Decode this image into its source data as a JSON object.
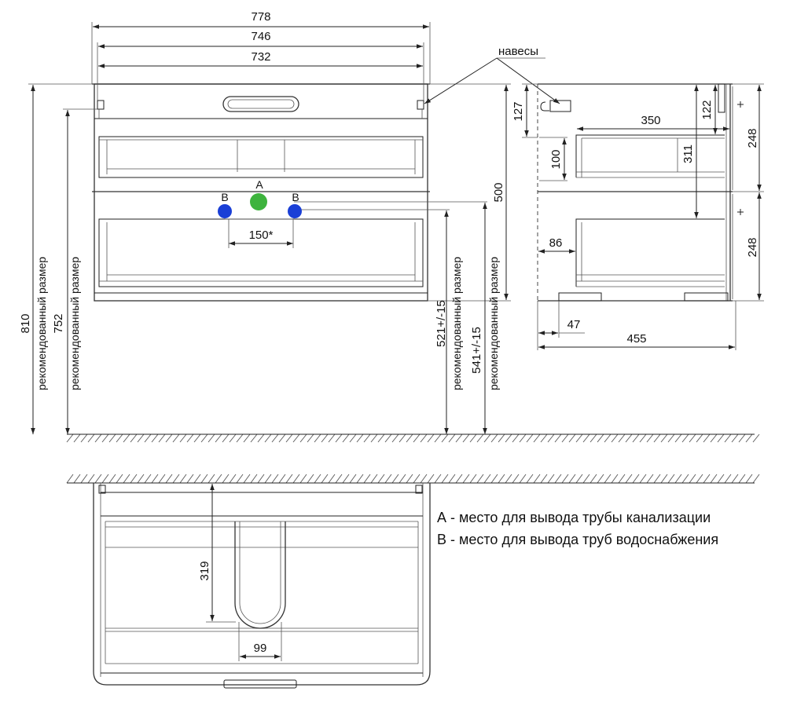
{
  "front_view": {
    "widths": {
      "overall": "778",
      "inner": "746",
      "carcass": "732"
    },
    "height_overall": "810",
    "height_overall_note": "рекомендованный размер",
    "height_hanger": "752",
    "height_hanger_note": "рекомендованный размер",
    "height_cabinet": "500",
    "outlet_height_1": "521+/-15",
    "outlet_height_1_note": "рекомендованный размер",
    "outlet_height_2": "541+/-15",
    "outlet_height_2_note": "рекомендованный размер",
    "water_spacing": "150*",
    "markers": [
      {
        "label": "A",
        "color": "#3db33d"
      },
      {
        "label": "B",
        "color": "#1a3fd6"
      },
      {
        "label": "B",
        "color": "#1a3fd6"
      }
    ]
  },
  "hangers_label": "навесы",
  "side_view": {
    "hanger_offset": "127",
    "drawer_depth": "350",
    "drawer_offset": "122",
    "drawer_height": "100",
    "inner_height": "311",
    "drawer_upper": "248",
    "drawer_lower": "248",
    "back_gap": "86",
    "foot_offset": "47",
    "depth_overall": "455"
  },
  "bottom_view": {
    "cutout_depth": "319",
    "cutout_width": "99"
  },
  "legend": {
    "a_text": "А - место для вывода трубы канализации",
    "b_text": "В - место для вывода труб водоснабжения"
  }
}
